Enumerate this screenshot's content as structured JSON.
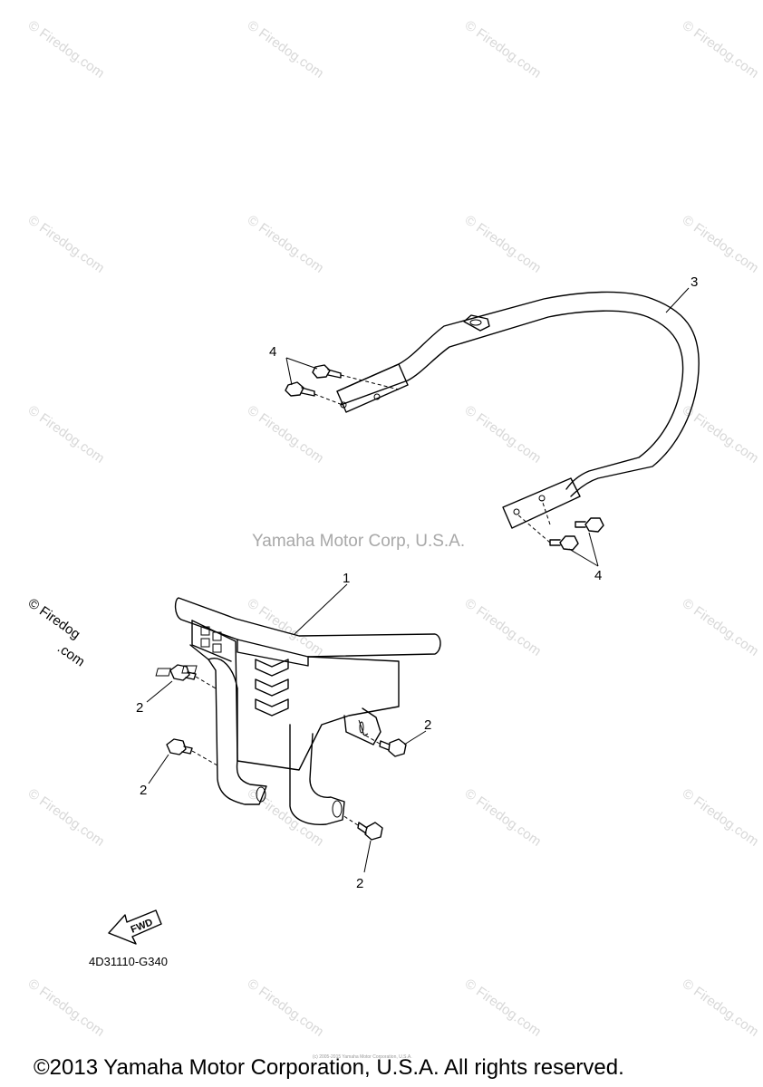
{
  "watermark": {
    "text": "© Firedog.com",
    "line1": "© Firedog",
    "line2": ".com"
  },
  "center_watermark": "Yamaha Motor Corp, U.S.A.",
  "callouts": {
    "guard_front": "1",
    "bolt_front_a": "2",
    "bolt_front_b": "2",
    "bolt_front_c": "2",
    "bolt_front_d": "2",
    "guard_rear": "3",
    "bolt_rear_top": "4",
    "bolt_rear_bottom": "4"
  },
  "fwd_label": "FWD",
  "diagram_code": "4D31110-G340",
  "tiny_credit": "(c) 2005-2015 Yamaha Motor Corporation, U.S.A.",
  "copyright": "©2013 Yamaha Motor Corporation, U.S.A. All rights reserved.",
  "colors": {
    "watermark": "#d8d8d8",
    "center_watermark": "#a8a8a8",
    "line": "#000000"
  }
}
